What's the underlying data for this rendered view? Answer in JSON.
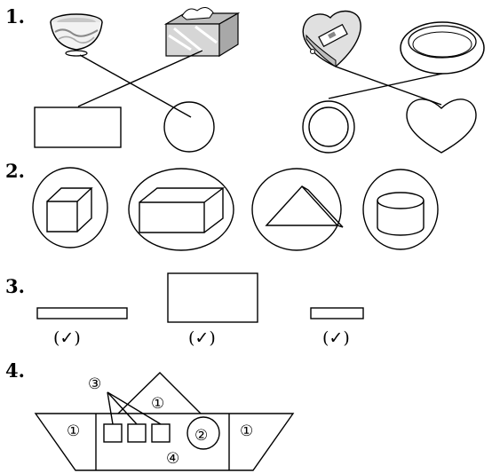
{
  "questions": [
    {
      "number": "1."
    },
    {
      "number": "2."
    },
    {
      "number": "3.",
      "answers": [
        "(✓)",
        "(✓)",
        "(✓)"
      ]
    },
    {
      "number": "4.",
      "labels": [
        "③",
        "①",
        "①",
        "②",
        "①",
        "④"
      ]
    }
  ]
}
